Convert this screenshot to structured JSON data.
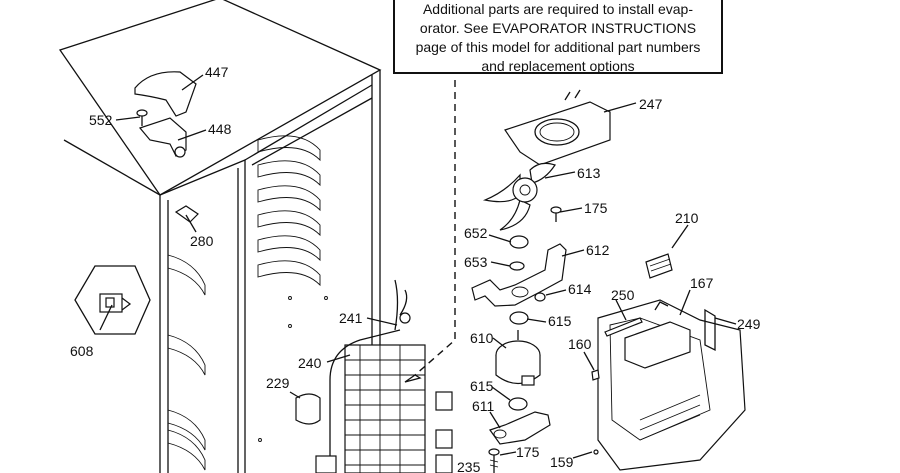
{
  "note": {
    "lines": [
      "Additional parts are required to install evap-",
      "orator.  See EVAPORATOR INSTRUCTIONS",
      "page of this model for additional part numbers",
      "and replacement options"
    ]
  },
  "callouts": [
    {
      "id": "447",
      "text": "447"
    },
    {
      "id": "552",
      "text": "552"
    },
    {
      "id": "448",
      "text": "448"
    },
    {
      "id": "280",
      "text": "280"
    },
    {
      "id": "608",
      "text": "608"
    },
    {
      "id": "247",
      "text": "247"
    },
    {
      "id": "613",
      "text": "613"
    },
    {
      "id": "175a",
      "text": "175"
    },
    {
      "id": "210",
      "text": "210"
    },
    {
      "id": "652",
      "text": "652"
    },
    {
      "id": "612",
      "text": "612"
    },
    {
      "id": "653",
      "text": "653"
    },
    {
      "id": "614",
      "text": "614"
    },
    {
      "id": "615a",
      "text": "615"
    },
    {
      "id": "250",
      "text": "250"
    },
    {
      "id": "167",
      "text": "167"
    },
    {
      "id": "249",
      "text": "249"
    },
    {
      "id": "241",
      "text": "241"
    },
    {
      "id": "610",
      "text": "610"
    },
    {
      "id": "160",
      "text": "160"
    },
    {
      "id": "240",
      "text": "240"
    },
    {
      "id": "229",
      "text": "229"
    },
    {
      "id": "615b",
      "text": "615"
    },
    {
      "id": "611",
      "text": "611"
    },
    {
      "id": "175b",
      "text": "175"
    },
    {
      "id": "235",
      "text": "235"
    },
    {
      "id": "159",
      "text": "159"
    }
  ]
}
